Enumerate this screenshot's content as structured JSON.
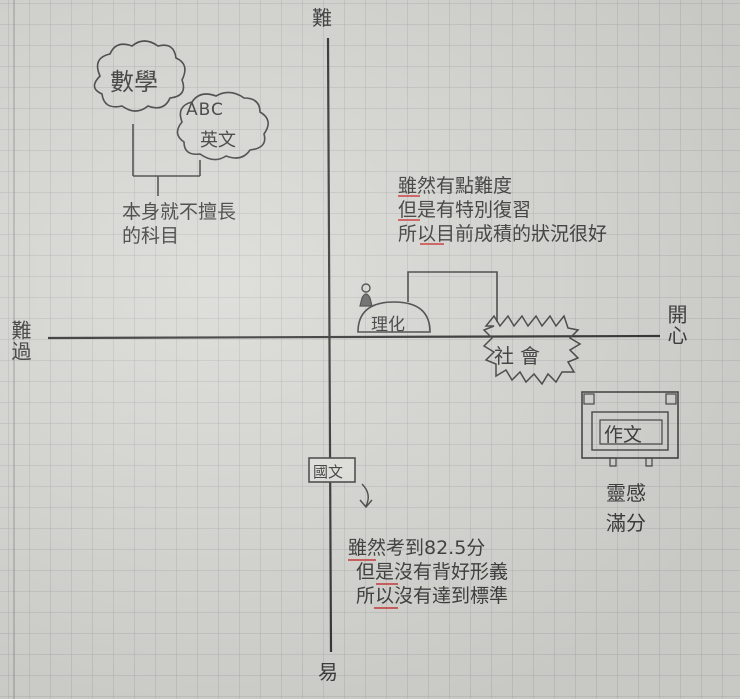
{
  "axes": {
    "top": "難",
    "bottom": "易",
    "left": "難過",
    "right": "開心"
  },
  "subjects": {
    "math": "數學",
    "english_top": "ABC",
    "english": "英文",
    "physics_chemistry": "理化",
    "social": "社會",
    "chinese": "國文",
    "composition": "作文"
  },
  "notes": {
    "math_english": [
      "本身就不擅長",
      "的科目"
    ],
    "physics_chemistry": [
      "雖然有點難度",
      "但是有特別復習",
      "所以目前成積的狀況很好"
    ],
    "chinese": [
      "雖然考到82.5分",
      "但是沒有背好形義",
      "所以沒有達到標準"
    ],
    "composition": "靈感滿分"
  }
}
